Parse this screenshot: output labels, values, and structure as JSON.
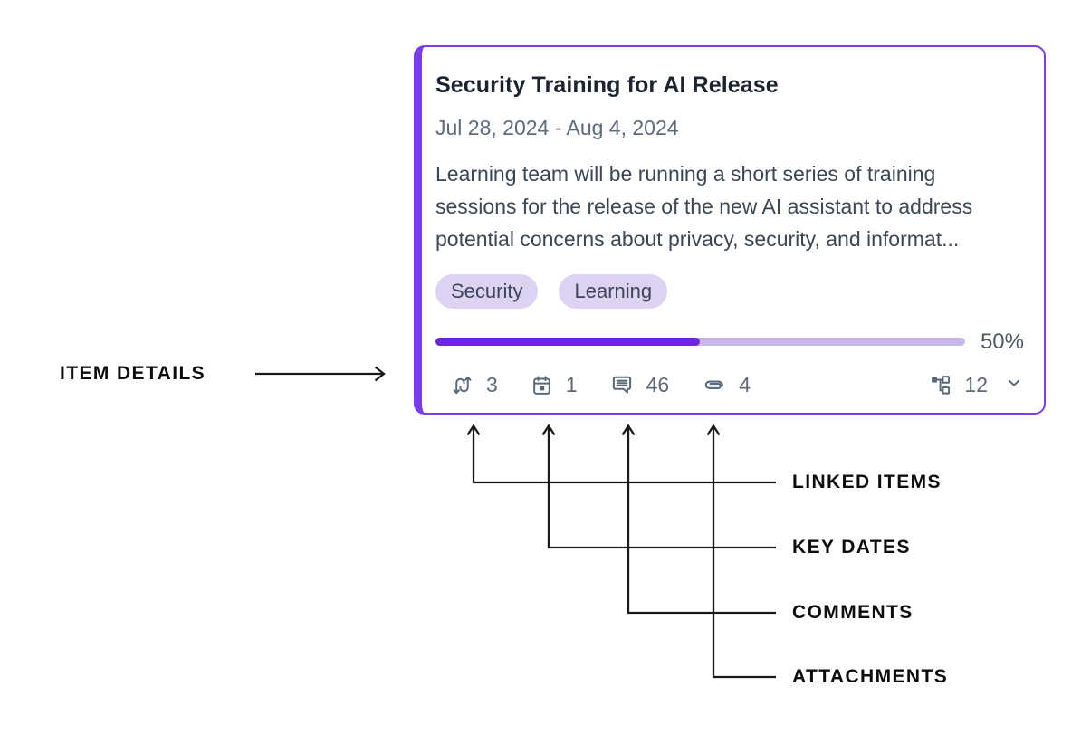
{
  "annotations": {
    "item_details": {
      "label": "ITEM DETAILS"
    },
    "linked_items": {
      "label": "LINKED ITEMS"
    },
    "key_dates": {
      "label": "KEY DATES"
    },
    "comments": {
      "label": "COMMENTS"
    },
    "attachments": {
      "label": "ATTACHMENTS"
    }
  },
  "card": {
    "title": "Security Training for AI Release",
    "date_range": "Jul 28, 2024 - Aug 4, 2024",
    "description_lines": [
      "Learning team will be running a short series of training",
      "sessions for the release of the new AI assistant to address",
      "potential concerns about privacy, security, and informat..."
    ],
    "tags": [
      "Security",
      "Learning"
    ],
    "progress": {
      "percent": 50,
      "label": "50%"
    },
    "stats": {
      "linked_items": {
        "icon": "swap-arrows-icon",
        "count": "3"
      },
      "key_dates": {
        "icon": "calendar-icon",
        "count": "1"
      },
      "comments": {
        "icon": "comment-icon",
        "count": "46"
      },
      "attachments": {
        "icon": "paperclip-icon",
        "count": "4"
      },
      "sub_items": {
        "icon": "hierarchy-icon",
        "count": "12"
      }
    }
  },
  "colors": {
    "card_border": "#7c3aed",
    "progress_fill": "#6d28d9",
    "progress_track": "#c9b7ec",
    "tag_background": "#ddd2f2",
    "annotation_line": "#1a1a1a",
    "icon_gray": "#5b6a7a"
  }
}
